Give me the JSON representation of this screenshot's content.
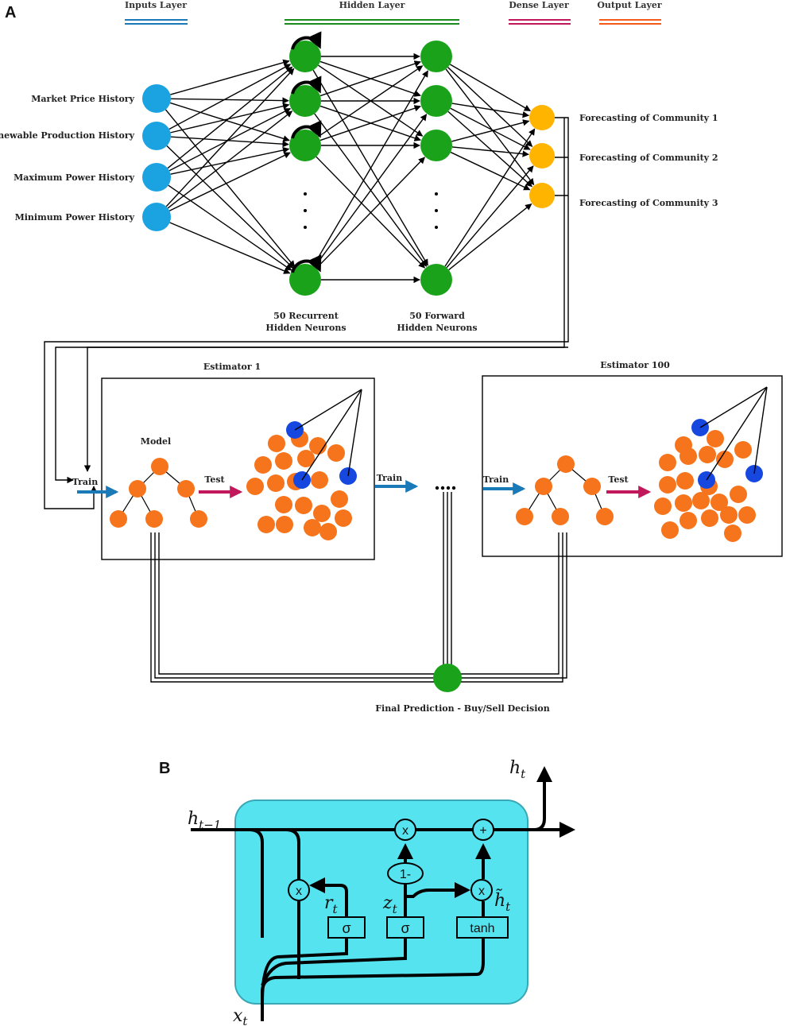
{
  "panel_a": {
    "label": "A",
    "layers": {
      "inputs": "Inputs Layer",
      "hidden": "Hidden Layer",
      "dense": "Dense Layer",
      "output": "Output Layer"
    },
    "inputs": [
      "Market Price History",
      "Renewable Production History",
      "Maximum Power History",
      "Minimum Power History"
    ],
    "outputs": [
      "Forecasting of Community 1",
      "Forecasting of Community 2",
      "Forecasting of Community 3"
    ],
    "recurrent": {
      "line1": "50 Recurrent",
      "line2": "Hidden Neurons"
    },
    "forward": {
      "line1": "50 Forward",
      "line2": "Hidden Neurons"
    },
    "estimator1": "Estimator 1",
    "estimator100": "Estimator 100",
    "model": "Model",
    "train": "Train",
    "test": "Test",
    "final": "Final Prediction - Buy/Sell Decision",
    "colors": {
      "input_node": "#1aa3e0",
      "hidden_node": "#1aa31a",
      "dense_node": "#ffb400",
      "orange": "#f5741c",
      "blue": "#1648e0",
      "train_arrow": "#1a7ab8",
      "test_arrow": "#c0185a"
    }
  },
  "panel_b": {
    "label": "B",
    "cell_color": "#55e3f0",
    "ops": {
      "mul": "x",
      "add": "+",
      "one_minus": "1-",
      "sigma": "σ",
      "tanh": "tanh"
    },
    "symbols": {
      "h": "h",
      "t": "t",
      "t_minus_1": "t−1",
      "x": "x",
      "r": "r",
      "z": "z",
      "h_tilde": "h̃"
    }
  }
}
